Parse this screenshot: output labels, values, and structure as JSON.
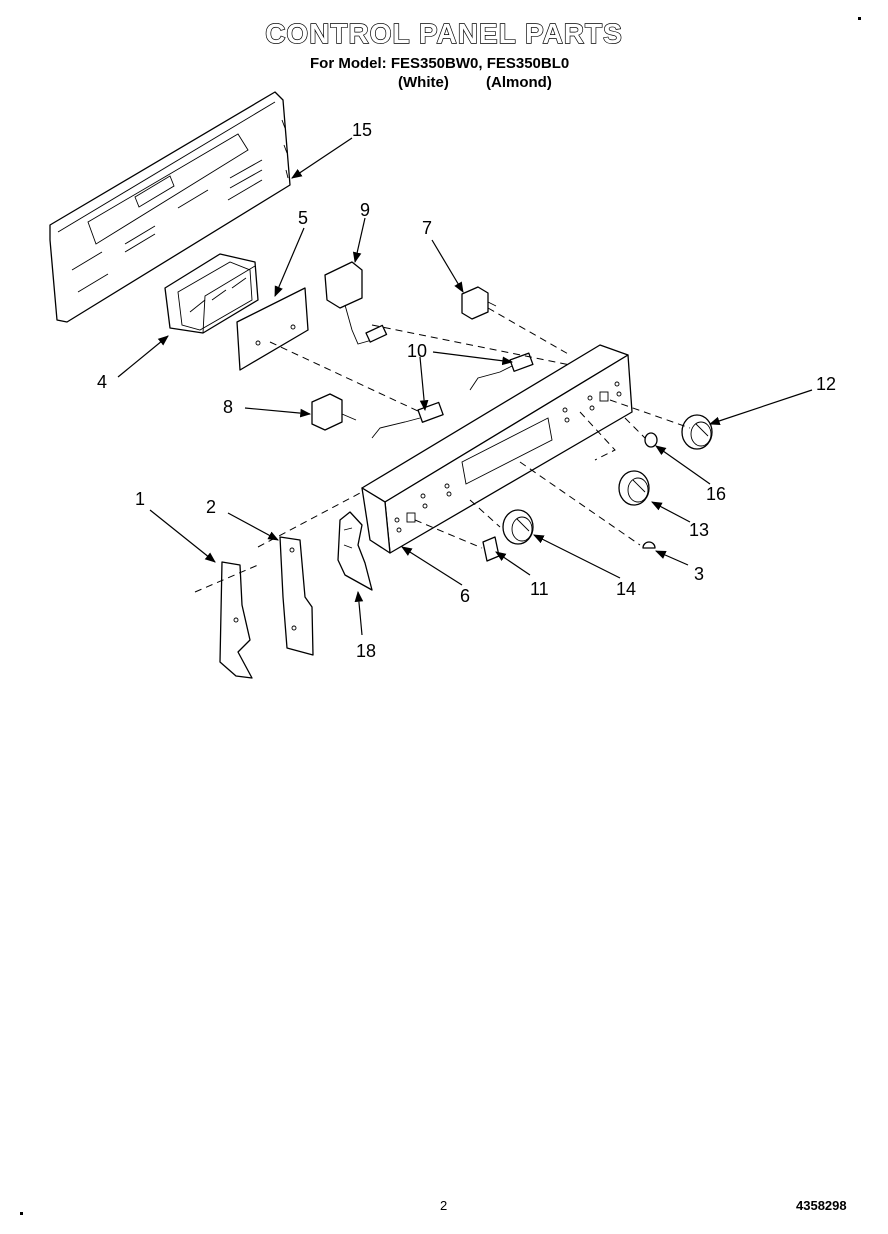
{
  "header": {
    "title": "CONTROL PANEL PARTS",
    "model_line": "For Model: FES350BW0, FES350BL0",
    "variant_white": "(White)",
    "variant_almond": "(Almond)"
  },
  "callouts": [
    "15",
    "5",
    "9",
    "7",
    "4",
    "10",
    "12",
    "8",
    "16",
    "1",
    "2",
    "13",
    "6",
    "11",
    "14",
    "3",
    "18"
  ],
  "footer": {
    "page_number": "2",
    "document_number": "4358298"
  }
}
